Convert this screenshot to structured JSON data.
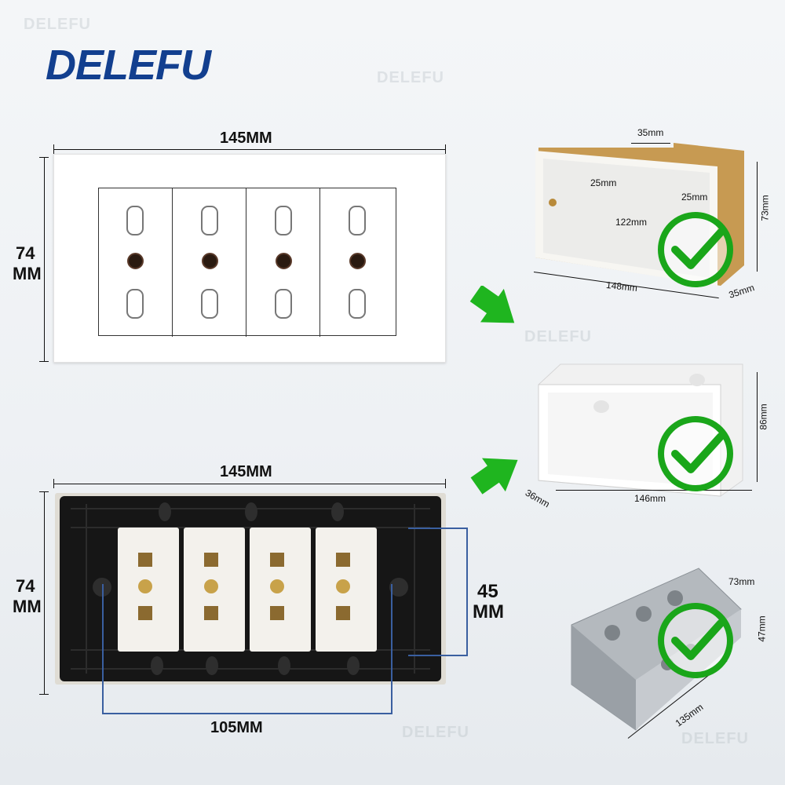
{
  "brand": {
    "logo_text": "DELEFU",
    "color": "#123f8f"
  },
  "watermark": "DELEFU",
  "front_plate": {
    "width_label": "145MM",
    "height_label": "74\nMM",
    "height_line1": "74",
    "height_line2": "MM",
    "socket_count": 4
  },
  "back_plate": {
    "width_label": "145MM",
    "height_line1": "74",
    "height_line2": "MM",
    "hole_spacing_label": "105MM",
    "inner_height_line1": "45",
    "inner_height_line2": "MM"
  },
  "box_gold": {
    "top_width": "35mm",
    "hole_left": "25mm",
    "hole_right": "25mm",
    "inner_span": "122mm",
    "width": "148mm",
    "height": "73mm",
    "depth": "35mm"
  },
  "box_white": {
    "height": "86mm",
    "depth": "36mm",
    "width": "146mm"
  },
  "box_metal": {
    "height_top": "73mm",
    "height": "47mm",
    "width": "135mm"
  },
  "colors": {
    "check": "#1aa61a",
    "arrow": "#1fb51f",
    "gold": "#c79a52"
  }
}
